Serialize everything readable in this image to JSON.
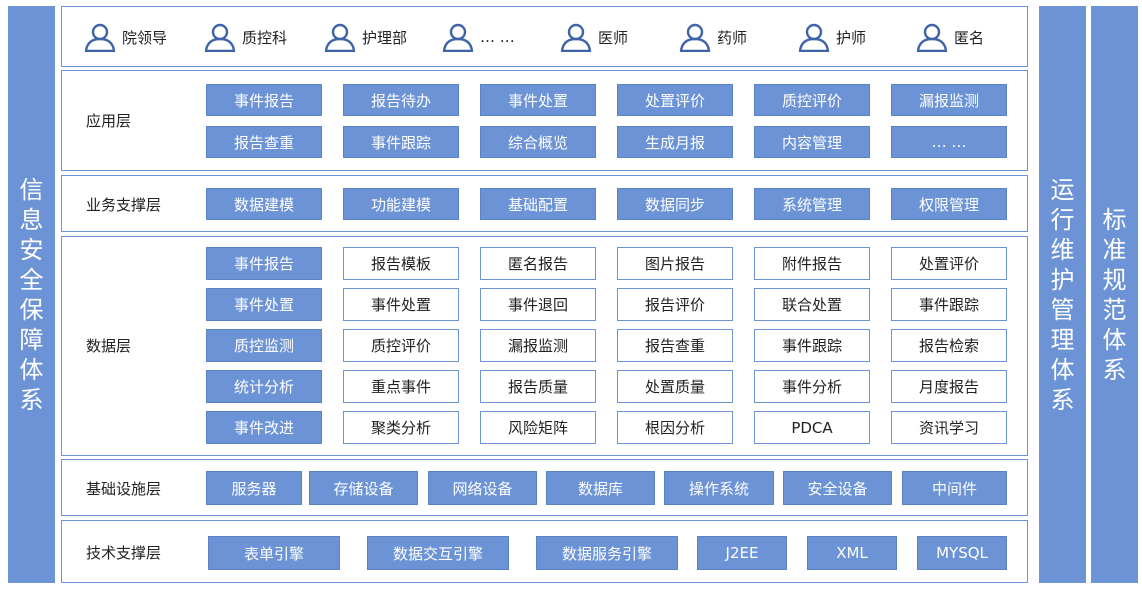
{
  "side": {
    "left": "信息安全保障体系",
    "ops": "运行维护管理体系",
    "standard": "标准规范体系"
  },
  "users": [
    "院领导",
    "质控科",
    "护理部",
    "… …",
    "医师",
    "药师",
    "护师",
    "匿名"
  ],
  "app": {
    "label": "应用层",
    "row1": [
      "事件报告",
      "报告待办",
      "事件处置",
      "处置评价",
      "质控评价",
      "漏报监测"
    ],
    "row2": [
      "报告查重",
      "事件跟踪",
      "综合概览",
      "生成月报",
      "内容管理",
      "… …"
    ]
  },
  "biz": {
    "label": "业务支撑层",
    "items": [
      "数据建模",
      "功能建模",
      "基础配置",
      "数据同步",
      "系统管理",
      "权限管理"
    ]
  },
  "data": {
    "label": "数据层",
    "rows": [
      [
        "事件报告",
        "报告模板",
        "匿名报告",
        "图片报告",
        "附件报告",
        "处置评价"
      ],
      [
        "事件处置",
        "事件处置",
        "事件退回",
        "报告评价",
        "联合处置",
        "事件跟踪"
      ],
      [
        "质控监测",
        "质控评价",
        "漏报监测",
        "报告查重",
        "事件跟踪",
        "报告检索"
      ],
      [
        "统计分析",
        "重点事件",
        "报告质量",
        "处置质量",
        "事件分析",
        "月度报告"
      ],
      [
        "事件改进",
        "聚类分析",
        "风险矩阵",
        "根因分析",
        "PDCA",
        "资讯学习"
      ]
    ]
  },
  "infra": {
    "label": "基础设施层",
    "items": [
      "服务器",
      "存储设备",
      "网络设备",
      "数据库",
      "操作系统",
      "安全设备",
      "中间件"
    ]
  },
  "tech": {
    "label": "技术支撑层",
    "items": [
      "表单引擎",
      "数据交互引擎",
      "数据服务引擎",
      "J2EE",
      "XML",
      "MYSQL"
    ]
  },
  "colors": {
    "primary": "#6b93d6",
    "border": "#6b93d6",
    "text": "#222222"
  }
}
